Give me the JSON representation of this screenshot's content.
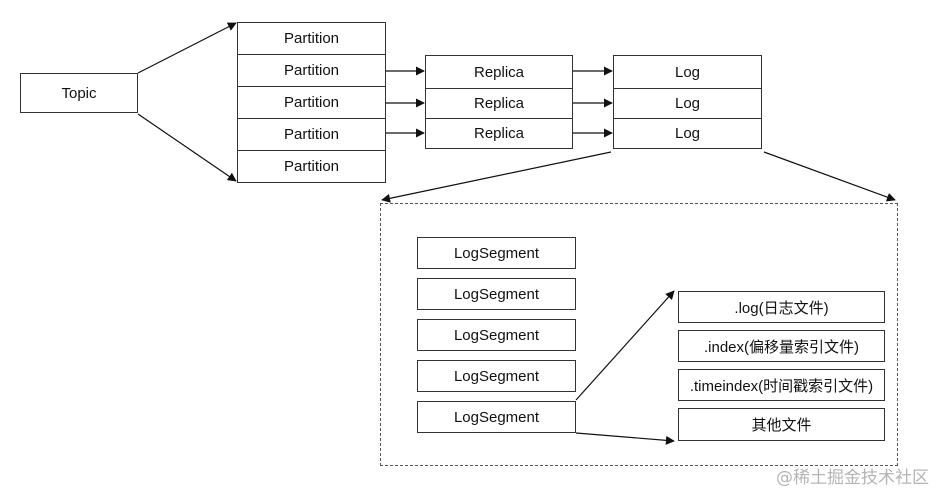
{
  "topic": {
    "label": "Topic"
  },
  "partitions": [
    "Partition",
    "Partition",
    "Partition",
    "Partition",
    "Partition"
  ],
  "replicas": [
    "Replica",
    "Replica",
    "Replica"
  ],
  "logs": [
    "Log",
    "Log",
    "Log"
  ],
  "log_segments": [
    "LogSegment",
    "LogSegment",
    "LogSegment",
    "LogSegment",
    "LogSegment"
  ],
  "files": [
    ".log(日志文件)",
    ".index(偏移量索引文件)",
    ".timeindex(时间戳索引文件)",
    "其他文件"
  ],
  "watermark": "@稀土掘金技术社区",
  "colors": {
    "line": "#111111",
    "border": "#333333",
    "watermark": "#b5b5b5"
  }
}
